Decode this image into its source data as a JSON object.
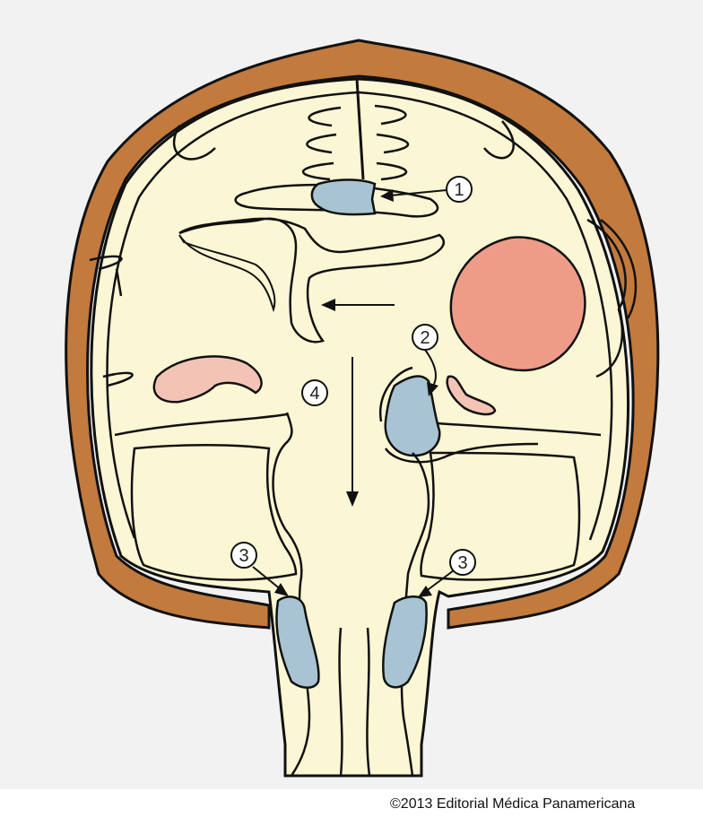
{
  "labels": {
    "one": "1",
    "two": "2",
    "three_left": "3",
    "three_right": "3",
    "four": "4"
  },
  "copyright": "©2013 Editorial Médica Panamericana",
  "colors": {
    "background": "#f2f2f3",
    "skull": "#c27a3d",
    "brain": "#fbf7d4",
    "ventricle_fluid": "#a8c4d2",
    "mass": "#ee9c88",
    "pink_region": "#f3c4b6",
    "outline": "#111111"
  }
}
